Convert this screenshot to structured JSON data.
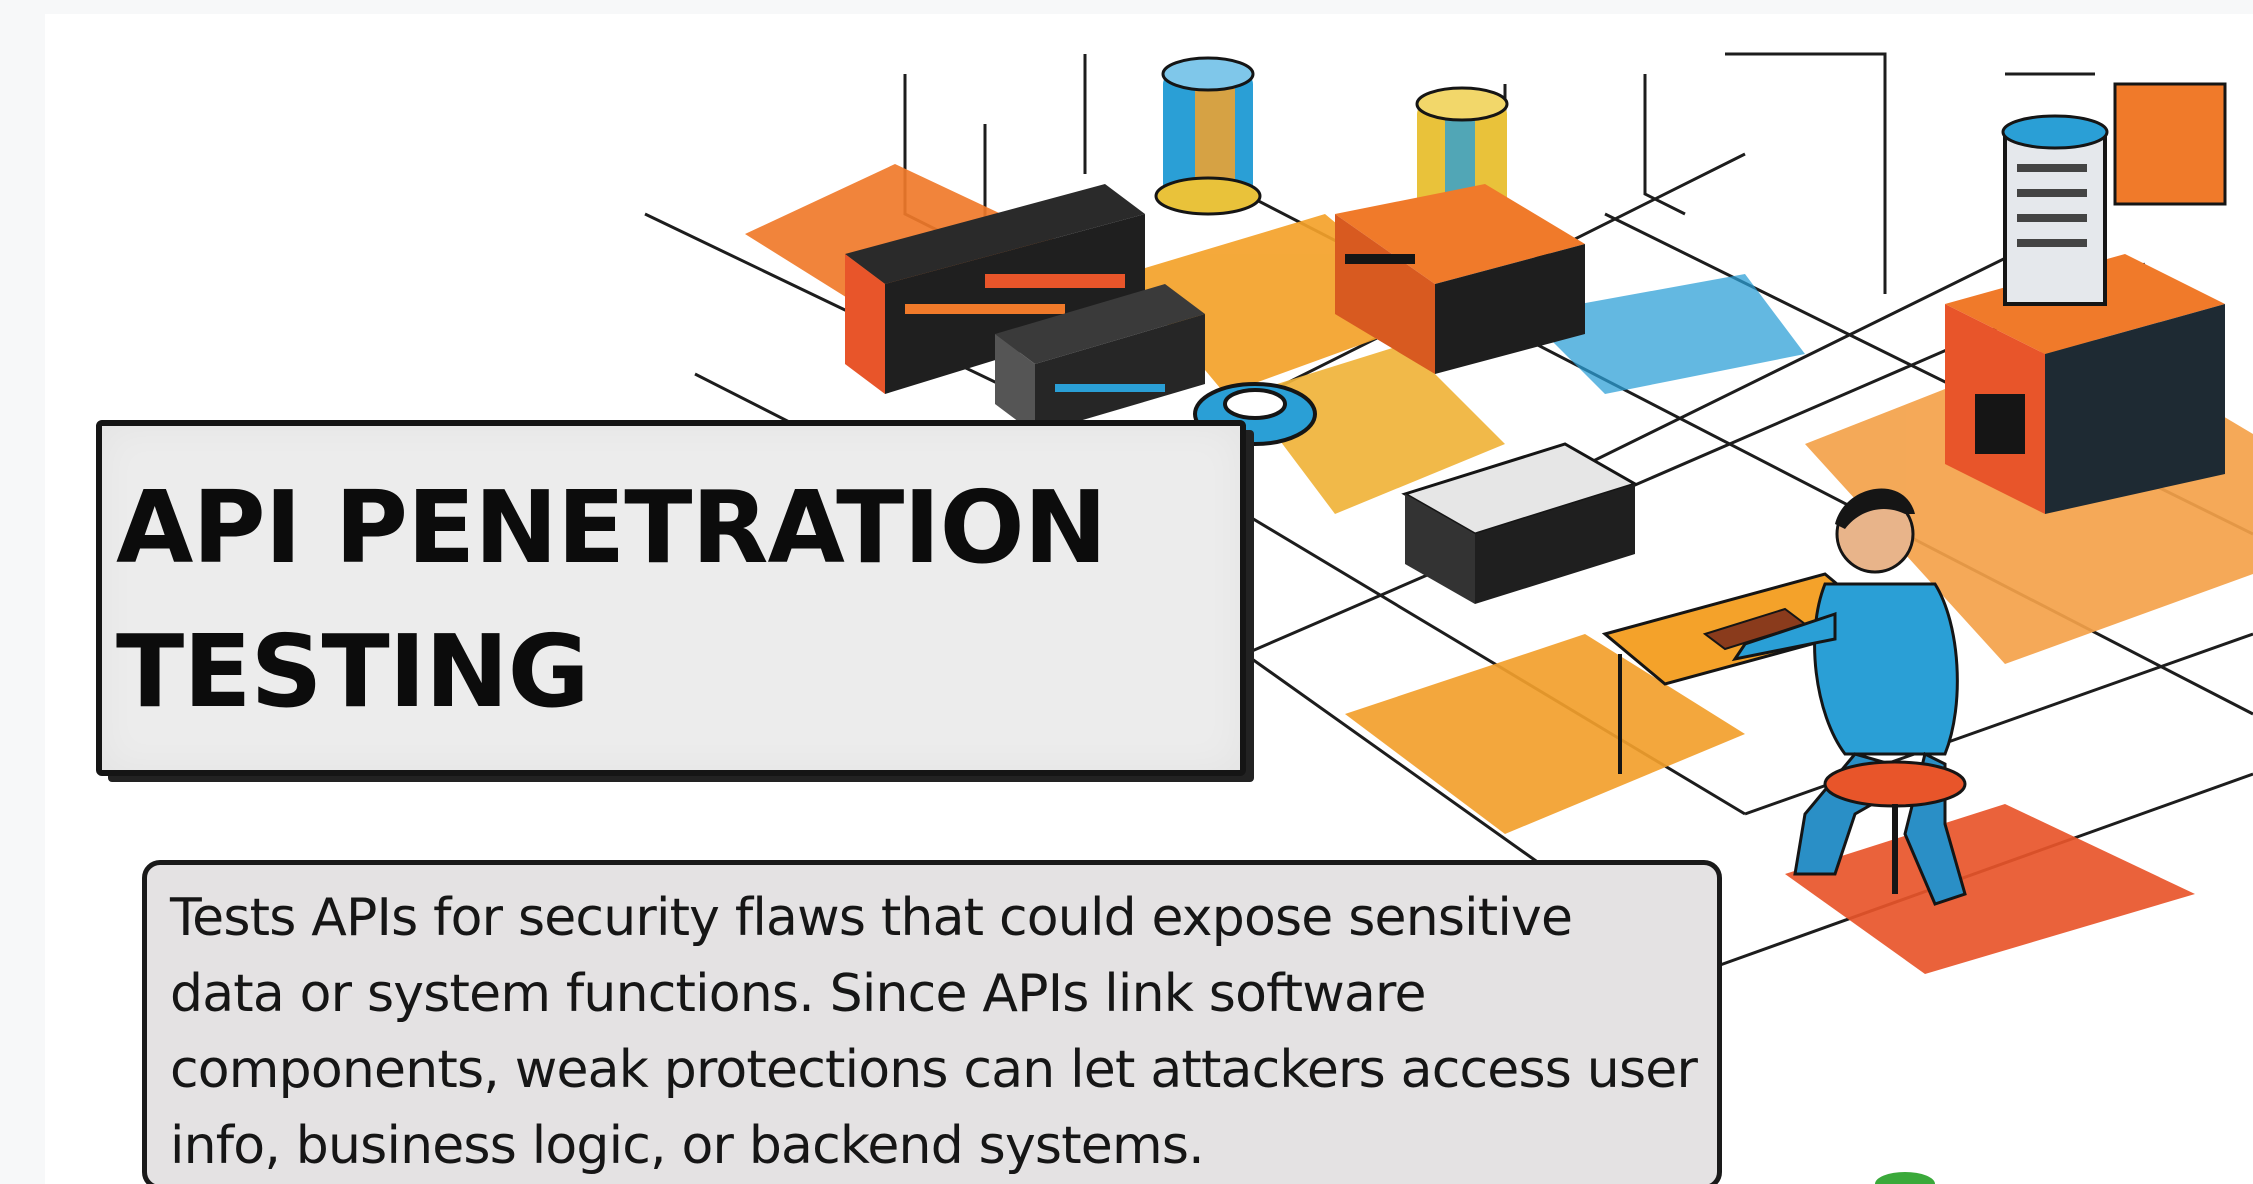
{
  "title": {
    "lines": [
      "API PENETRATION",
      "TESTING"
    ]
  },
  "description": {
    "lines": [
      "Tests APIs for security flaws that could expose sensitive",
      "data or system functions. Since APIs link software",
      "components, weak protections can let attackers access user",
      "info, business logic, or backend systems."
    ]
  },
  "illustration": {
    "subject": "person-at-computer-server-room",
    "colors": {
      "orange": "#f07a2a",
      "amber": "#f4a22a",
      "blue": "#2a9fd6",
      "yellow": "#e9c23a",
      "ink": "#151515",
      "red": "#e8552a"
    }
  }
}
